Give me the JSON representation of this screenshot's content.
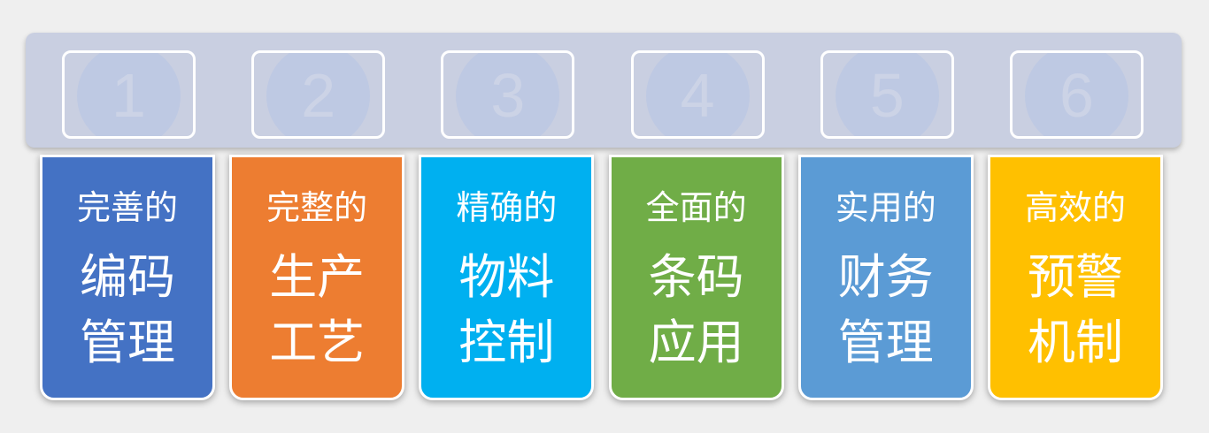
{
  "items": [
    {
      "number": "1",
      "subtitle": "完善的",
      "line1": "编码",
      "line2": "管理",
      "color": "#4472C4"
    },
    {
      "number": "2",
      "subtitle": "完整的",
      "line1": "生产",
      "line2": "工艺",
      "color": "#ED7D31"
    },
    {
      "number": "3",
      "subtitle": "精确的",
      "line1": "物料",
      "line2": "控制",
      "color": "#00B0F0"
    },
    {
      "number": "4",
      "subtitle": "全面的",
      "line1": "条码",
      "line2": "应用",
      "color": "#70AD47"
    },
    {
      "number": "5",
      "subtitle": "实用的",
      "line1": "财务",
      "line2": "管理",
      "color": "#5B9BD5"
    },
    {
      "number": "6",
      "subtitle": "高效的",
      "line1": "预警",
      "line2": "机制",
      "color": "#FFC000"
    }
  ]
}
